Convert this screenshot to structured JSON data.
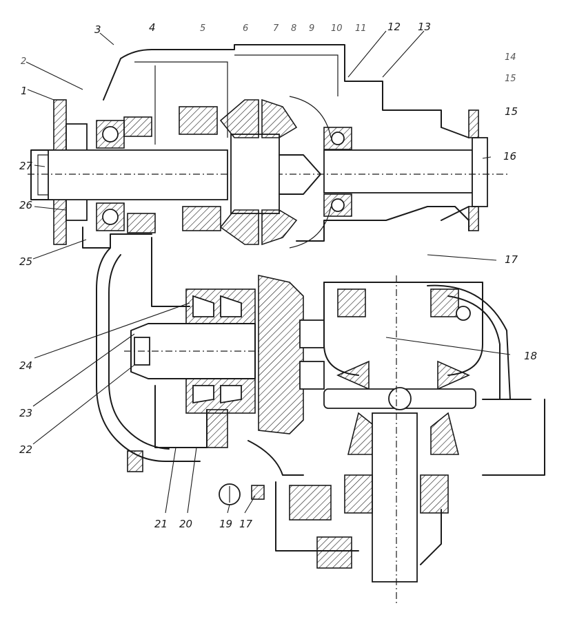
{
  "labels": {
    "l1": "1",
    "l2": "2",
    "l3": "3",
    "l4": "4",
    "l5": "5",
    "l6": "6",
    "l7": "7",
    "l8": "8",
    "l9": "9",
    "l10": "10",
    "l11": "11",
    "l12": "12",
    "l13": "13",
    "l14": "14",
    "l15a": "15",
    "l15": "15",
    "l16": "16",
    "l17a": "17",
    "l17b": "17",
    "l18": "18",
    "l19": "19",
    "l20": "20",
    "l21": "21",
    "l22": "22",
    "l23": "23",
    "l24": "24",
    "l25": "25",
    "l26": "26",
    "l27": "27"
  },
  "colors": {
    "ink": "#1a1a1a",
    "paper": "#ffffff"
  }
}
